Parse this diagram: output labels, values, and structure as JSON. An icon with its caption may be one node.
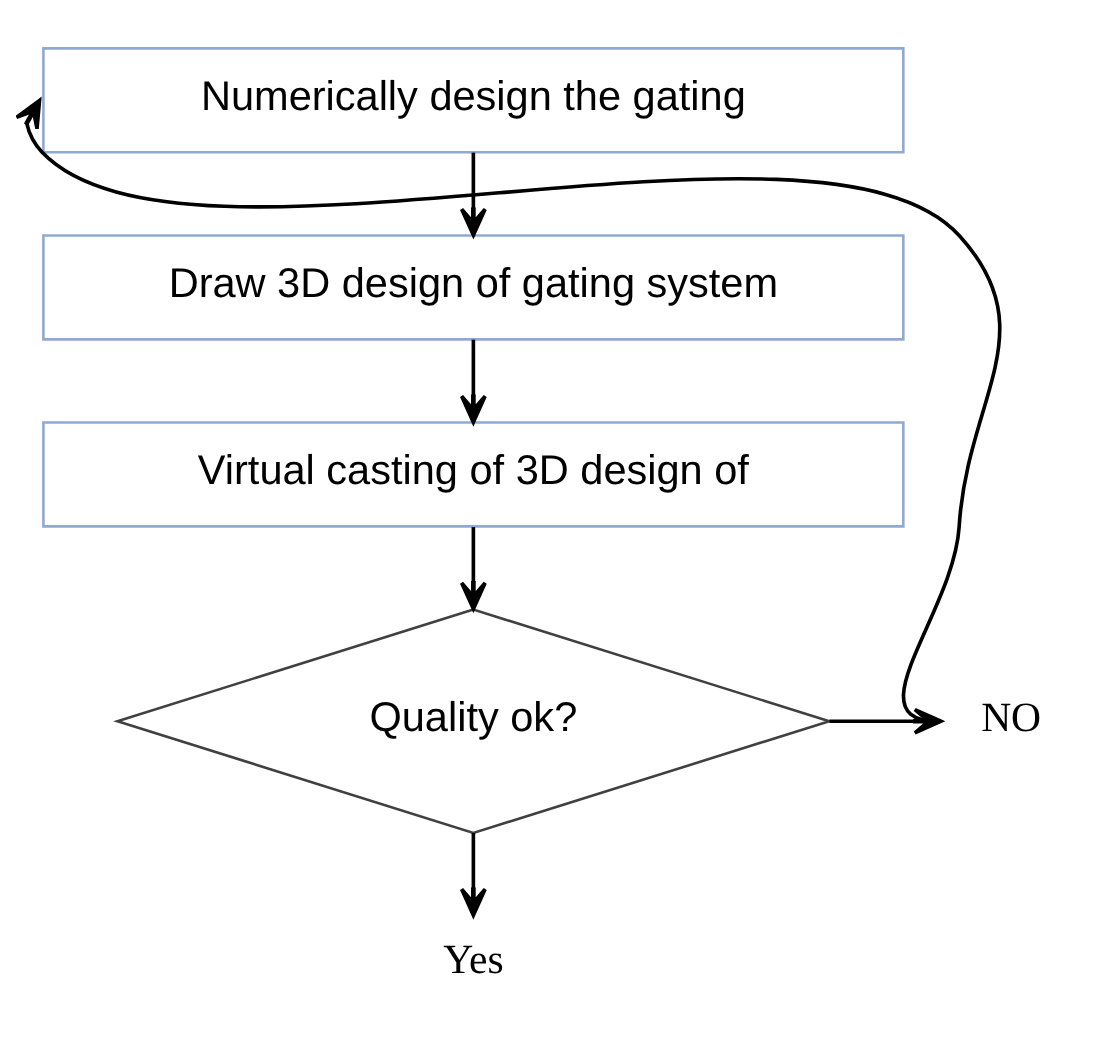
{
  "diagram": {
    "nodes": [
      {
        "text": [
          "Numerically design the gating"
        ]
      },
      {
        "text": [
          "Draw 3D design of gating system"
        ]
      },
      {
        "text": [
          "Virtual casting of 3D design of"
        ]
      },
      {
        "text": [
          "Quality ok?"
        ]
      },
      {
        "text": [
          "NO"
        ]
      },
      {
        "text": [
          "Yes"
        ]
      }
    ],
    "edges": [
      {
        "from": 0,
        "to": 1,
        "arrow": "to"
      },
      {
        "from": 1,
        "to": 2,
        "arrow": "to"
      },
      {
        "from": 2,
        "to": 3,
        "arrow": "to"
      },
      {
        "from": 3,
        "to": 4,
        "arrow": "to"
      },
      {
        "from": 4,
        "to": 0,
        "arrow": "to"
      },
      {
        "from": 3,
        "to": 5,
        "arrow": "to"
      }
    ]
  }
}
